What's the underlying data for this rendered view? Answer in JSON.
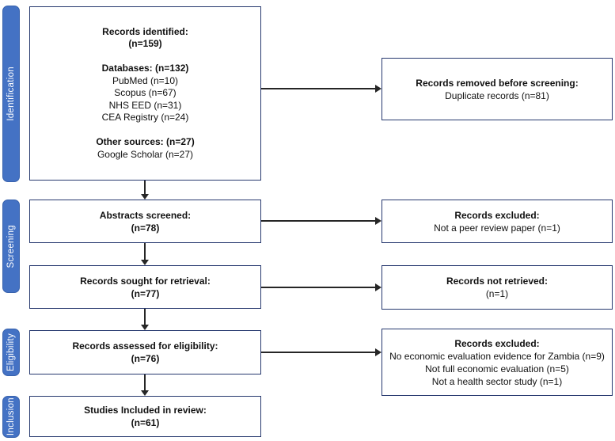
{
  "colors": {
    "box_border": "#26386e",
    "stage_fill": "#4472c4",
    "stage_border": "#3862ad",
    "arrow": "#262626",
    "text": "#111111"
  },
  "stages": [
    {
      "label": "Identification"
    },
    {
      "label": "Screening"
    },
    {
      "label": "Eligibility"
    },
    {
      "label": "Inclusion"
    }
  ],
  "boxes": {
    "identified": {
      "lines": [
        {
          "t": "Records identified:",
          "b": true
        },
        {
          "t": "(n=159)",
          "b": true
        },
        {
          "t": "",
          "b": false
        },
        {
          "t": "Databases: (n=132)",
          "b": true
        },
        {
          "t": "PubMed (n=10)",
          "b": false
        },
        {
          "t": "Scopus (n=67)",
          "b": false
        },
        {
          "t": "NHS EED (n=31)",
          "b": false
        },
        {
          "t": "CEA Registry (n=24)",
          "b": false
        },
        {
          "t": "",
          "b": false
        },
        {
          "t": "Other sources: (n=27)",
          "b": true
        },
        {
          "t": "Google Scholar (n=27)",
          "b": false
        }
      ]
    },
    "removed": {
      "lines": [
        {
          "t": "Records removed before screening:",
          "b": true
        },
        {
          "t": "Duplicate records (n=81)",
          "b": false
        }
      ]
    },
    "abstracts": {
      "lines": [
        {
          "t": "Abstracts screened:",
          "b": true
        },
        {
          "t": "(n=78)",
          "b": true
        }
      ]
    },
    "excluded_screening": {
      "lines": [
        {
          "t": "Records excluded:",
          "b": true
        },
        {
          "t": "Not a peer review paper (n=1)",
          "b": false
        }
      ]
    },
    "retrieval": {
      "lines": [
        {
          "t": "Records sought for retrieval:",
          "b": true
        },
        {
          "t": "(n=77)",
          "b": true
        }
      ]
    },
    "not_retrieved": {
      "lines": [
        {
          "t": "Records not retrieved:",
          "b": true
        },
        {
          "t": "(n=1)",
          "b": false
        }
      ]
    },
    "eligibility": {
      "lines": [
        {
          "t": "Records assessed for eligibility:",
          "b": true
        },
        {
          "t": "(n=76)",
          "b": true
        }
      ]
    },
    "excluded_eligibility": {
      "lines": [
        {
          "t": "Records excluded:",
          "b": true
        },
        {
          "t": "No economic evaluation evidence for Zambia (n=9)",
          "b": false
        },
        {
          "t": "Not full economic evaluation (n=5)",
          "b": false
        },
        {
          "t": "Not a health sector study (n=1)",
          "b": false
        }
      ]
    },
    "included": {
      "lines": [
        {
          "t": "Studies Included in review:",
          "b": true
        },
        {
          "t": "(n=61)",
          "b": true
        }
      ]
    }
  }
}
